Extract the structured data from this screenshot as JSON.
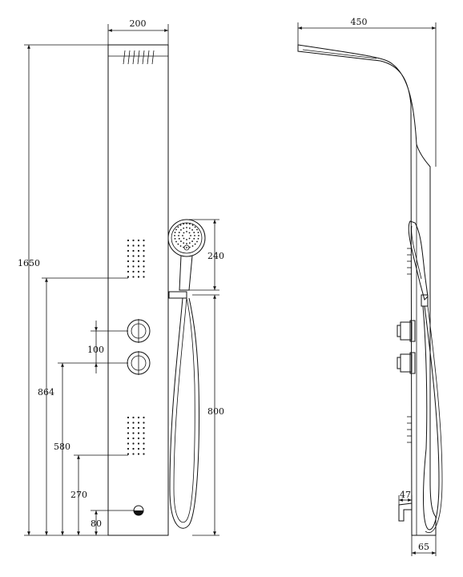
{
  "front_view": {
    "width": "200",
    "height_total": "1650",
    "height_upper_jets": "864",
    "height_lower_jets": "580",
    "height_lower_valve": "270",
    "valve_spacing": "100",
    "height_spout": "80",
    "hand_shower_height": "240",
    "hose_length": "800"
  },
  "side_view": {
    "depth_top": "450",
    "spout_depth": "47",
    "base_depth": "65"
  }
}
